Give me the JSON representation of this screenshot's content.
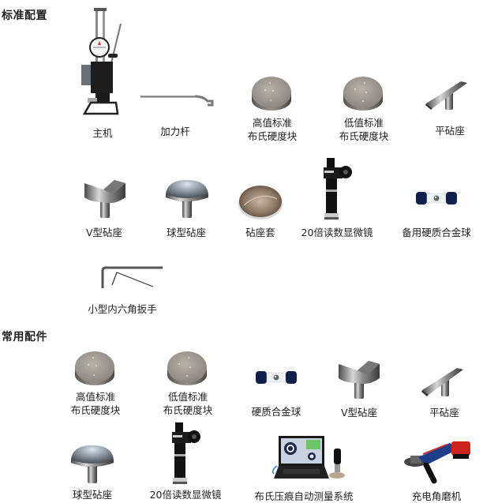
{
  "sections": [
    {
      "title": "标准配置",
      "items": [
        {
          "label": "主机",
          "icon": "hardness-tester-icon"
        },
        {
          "label": "加力杆",
          "icon": "lever-rod-icon"
        },
        {
          "label_line1": "高值标准",
          "label_line2": "布氏硬度块",
          "icon": "test-block-icon"
        },
        {
          "label_line1": "低值标准",
          "label_line2": "布氏硬度块",
          "icon": "test-block-icon"
        },
        {
          "label": "平砧座",
          "icon": "flat-anvil-icon"
        },
        {
          "label": "V型砧座",
          "icon": "v-anvil-icon"
        },
        {
          "label": "球型砧座",
          "icon": "spherical-anvil-icon"
        },
        {
          "label": "砧座套",
          "icon": "anvil-cover-icon"
        },
        {
          "label": "20倍读数显微镜",
          "icon": "microscope-icon"
        },
        {
          "label": "备用硬质合金球",
          "icon": "carbide-ball-icon"
        },
        {
          "label": "小型内六角扳手",
          "icon": "hex-key-icon"
        }
      ]
    },
    {
      "title": "常用配件",
      "items": [
        {
          "label_line1": "高值标准",
          "label_line2": "布氏硬度块",
          "icon": "test-block-icon"
        },
        {
          "label_line1": "低值标准",
          "label_line2": "布氏硬度块",
          "icon": "test-block-icon"
        },
        {
          "label": "硬质合金球",
          "icon": "carbide-ball-icon"
        },
        {
          "label": "V型砧座",
          "icon": "v-anvil-icon"
        },
        {
          "label": "平砧座",
          "icon": "flat-anvil-icon"
        },
        {
          "label": "球型砧座",
          "icon": "spherical-anvil-icon"
        },
        {
          "label": "20倍读数显微镜",
          "icon": "microscope-icon"
        },
        {
          "label": "布氏压痕自动测量系统",
          "icon": "laptop-measurement-system-icon"
        },
        {
          "label": "充电角磨机",
          "icon": "angle-grinder-icon"
        }
      ]
    }
  ]
}
